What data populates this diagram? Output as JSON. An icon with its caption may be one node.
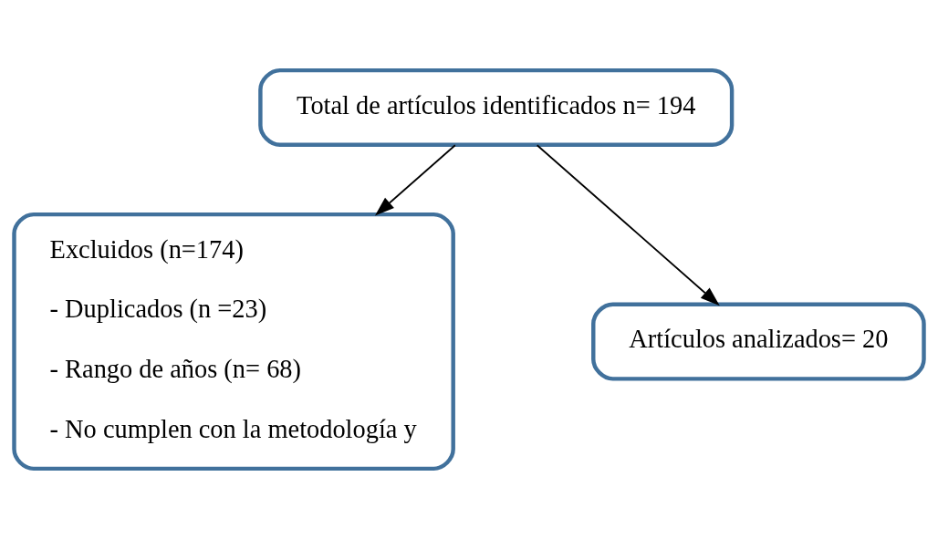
{
  "diagram": {
    "nodes": [
      {
        "text": [
          "Total de artículos identificados n= 194"
        ]
      },
      {
        "text": [
          "Excluidos (n=174)",
          "- Duplicados (n =23)",
          "- Rango de años (n= 68)",
          "- No cumplen con la metodología y"
        ]
      },
      {
        "text": [
          "Artículos analizados= 20"
        ]
      }
    ],
    "edges": [
      {
        "from": 0,
        "to": 2,
        "arrow": "to"
      },
      {
        "from": 0,
        "to": 1,
        "arrow": "to"
      }
    ]
  }
}
